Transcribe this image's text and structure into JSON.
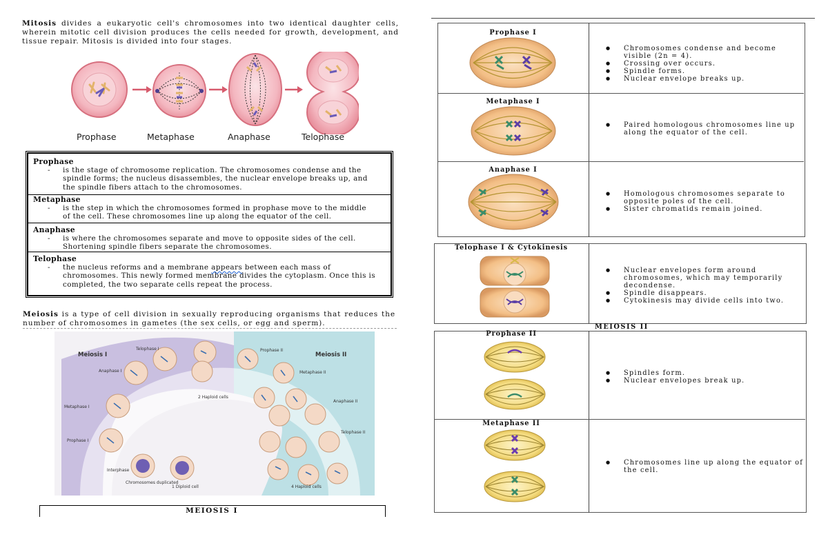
{
  "mitosis": {
    "intro_term": "Mitosis",
    "intro_text": " divides a eukaryotic cell's chromosomes into two identical daughter cells, wherein mitotic cell division produces the cells needed for growth, development, and tissue repair. Mitosis is divided into four stages.",
    "stage_labels": [
      "Prophase",
      "Metaphase",
      "Anaphase",
      "Telophase"
    ],
    "definitions": [
      {
        "head": "Prophase",
        "dash": "-",
        "pre": "is the stage of chromosome replication. The chromosomes condense and the spindle forms; the nucleus disassembles, the nuclear envelope breaks up, and the spindle fibers attach to the chromosomes.",
        "mark": "",
        "post": ""
      },
      {
        "head": "Metaphase",
        "dash": "-",
        "pre": "is the step in which the chromosomes formed in prophase move to the middle of the cell. These chromosomes line up along the equator of the cell.",
        "mark": "",
        "post": ""
      },
      {
        "head": "Anaphase",
        "dash": "-",
        "pre": "is where the chromosomes separate and move to opposite sides of the cell. Shortening spindle fibers separate the chromosomes.",
        "mark": "",
        "post": ""
      },
      {
        "head": "Telophase",
        "dash": "-",
        "pre": "the nucleus reforms and a membrane ",
        "mark": "appears",
        "post": " between each mass of chromosomes. This newly formed membrane divides the cytoplasm. Once this is completed, the two separate cells repeat the process."
      }
    ]
  },
  "meiosis": {
    "intro_term": "Meiosis",
    "intro_text": " is a type of cell division in sexually reproducing organisms that reduces the number of chromosomes in gametes (the sex cells, or egg and sperm).",
    "cycle_titles": [
      "Meiosis I",
      "Meiosis II"
    ],
    "cycle_labels": [
      "Telophase I",
      "Anaphase I",
      "Metaphase I",
      "Prophase I",
      "Interphase",
      "Chromosomes duplicated",
      "1 Diploid cell",
      "2 Haploid cells",
      "Prophase II",
      "Metaphase II",
      "Anaphase II",
      "Telophase II",
      "4 Haploid cells"
    ],
    "bottom_header": "MEIOSIS I",
    "right_header": "MEIOSIS II"
  },
  "phases": [
    {
      "title": "Prophase I",
      "bullets": [
        "Chromosomes condense and become visible (2n = 4).",
        "Crossing over occurs.",
        "Spindle forms.",
        "Nuclear envelope breaks up."
      ]
    },
    {
      "title": "Metaphase I",
      "bullets": [
        "Paired homologous chromosomes line up along the equator of the cell."
      ]
    },
    {
      "title": "Anaphase I",
      "bullets": [
        "Homologous chromosomes separate to opposite poles of the cell.",
        "Sister chromatids remain joined."
      ]
    },
    {
      "title": "Telophase I & Cytokinesis",
      "bullets": [
        "Nuclear envelopes form around chromosomes, which may temporarily decondense.",
        "Spindle disappears.",
        "Cytokinesis may divide cells into two."
      ]
    },
    {
      "title": "Prophase II",
      "bullets": [
        "Spindles form.",
        "Nuclear envelopes break up."
      ]
    },
    {
      "title": "Metaphase II",
      "bullets": [
        "Chromosomes line up along the equator of the cell."
      ]
    }
  ]
}
